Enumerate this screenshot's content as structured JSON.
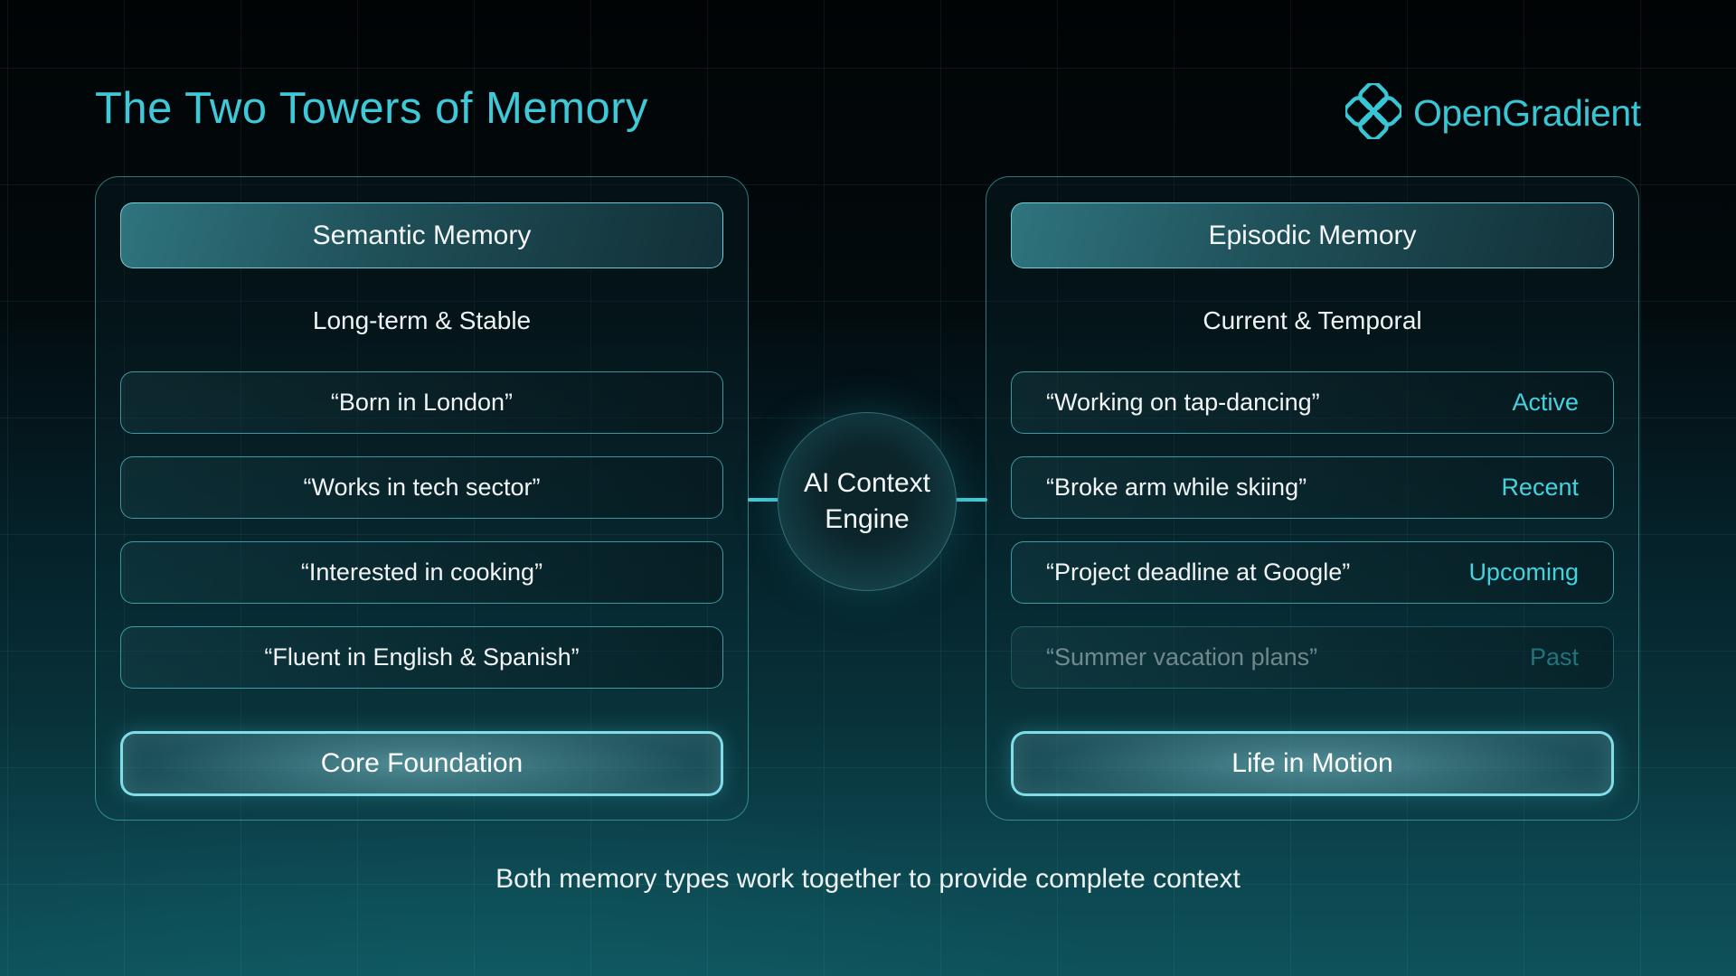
{
  "title": "The Two Towers of Memory",
  "brand": {
    "name": "OpenGradient"
  },
  "towers": {
    "left": {
      "header": "Semantic Memory",
      "subtitle": "Long-term & Stable",
      "items": [
        "“Born in London”",
        "“Works in tech sector”",
        "“Interested in cooking”",
        "“Fluent in English & Spanish”"
      ],
      "footer": "Core Foundation"
    },
    "right": {
      "header": "Episodic Memory",
      "subtitle": "Current & Temporal",
      "items": [
        {
          "text": "“Working on tap-dancing”",
          "status": "Active"
        },
        {
          "text": "“Broke arm while skiing”",
          "status": "Recent"
        },
        {
          "text": "“Project deadline at Google”",
          "status": "Upcoming"
        },
        {
          "text": "“Summer vacation plans”",
          "status": "Past"
        }
      ],
      "footer": "Life in Motion"
    }
  },
  "center": {
    "label": "AI Context Engine"
  },
  "caption": "Both memory types work together to provide complete context",
  "colors": {
    "accent_border": "#4fd6e0",
    "title_cyan": "#3fc9d8",
    "status_cyan": "#45d2de",
    "header_gradient_start": "#2f747e",
    "header_gradient_end": "#122f36",
    "background_bottom": "#0e525b",
    "text_white": "#f2f5f5"
  }
}
